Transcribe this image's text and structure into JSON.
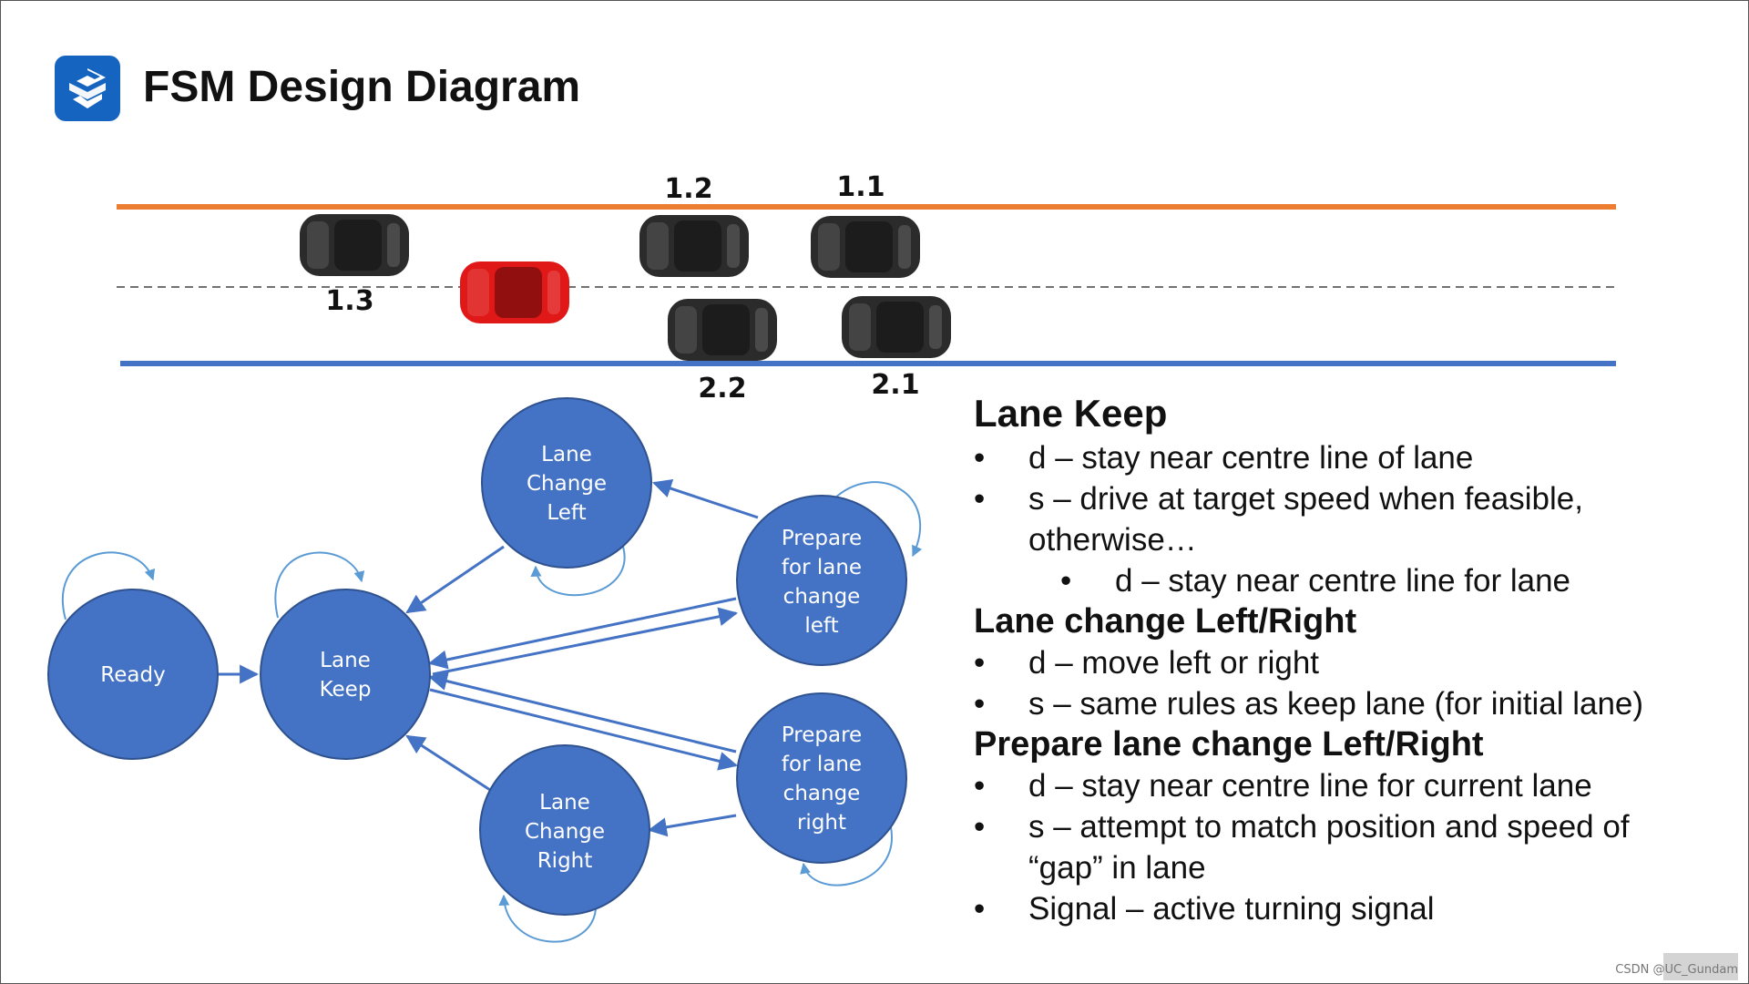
{
  "slide": {
    "title": "FSM Design Diagram",
    "logo_icon": "s-logo-icon",
    "brand_color": "#1565C0"
  },
  "road": {
    "top_line_color": "#ED7D31",
    "bottom_line_color": "#4472C4",
    "cars": [
      {
        "id": "1.3",
        "label": "1.3",
        "color": "#2b2b2b"
      },
      {
        "id": "ego",
        "label": "",
        "color": "#e01818"
      },
      {
        "id": "1.2",
        "label": "1.2",
        "color": "#2b2b2b"
      },
      {
        "id": "1.1",
        "label": "1.1",
        "color": "#2b2b2b"
      },
      {
        "id": "2.2",
        "label": "2.2",
        "color": "#2b2b2b"
      },
      {
        "id": "2.1",
        "label": "2.1",
        "color": "#2b2b2b"
      }
    ]
  },
  "fsm": {
    "node_color": "#4472C4",
    "states": {
      "ready": [
        "Ready"
      ],
      "lane_keep": [
        "Lane",
        "Keep"
      ],
      "lane_change_left": [
        "Lane",
        "Change",
        "Left"
      ],
      "prepare_left": [
        "Prepare",
        "for lane",
        "change",
        "left"
      ],
      "prepare_right": [
        "Prepare",
        "for lane",
        "change",
        "right"
      ],
      "lane_change_right": [
        "Lane",
        "Change",
        "Right"
      ]
    }
  },
  "rules": {
    "lane_keep": {
      "heading": "Lane Keep",
      "items": [
        "d – stay near centre line of lane",
        "s – drive at target speed when feasible, otherwise…"
      ],
      "sub_items": [
        "d – stay near centre line for lane"
      ]
    },
    "lane_change": {
      "heading": "Lane change Left/Right",
      "items": [
        "d – move left or right",
        "s – same rules as keep lane (for initial lane)"
      ]
    },
    "prepare": {
      "heading": "Prepare lane change Left/Right",
      "items": [
        "d – stay near centre line for current lane",
        "s – attempt to match position and speed of “gap” in lane",
        "Signal – active turning signal"
      ]
    }
  },
  "watermark": "CSDN @UC_Gundam"
}
